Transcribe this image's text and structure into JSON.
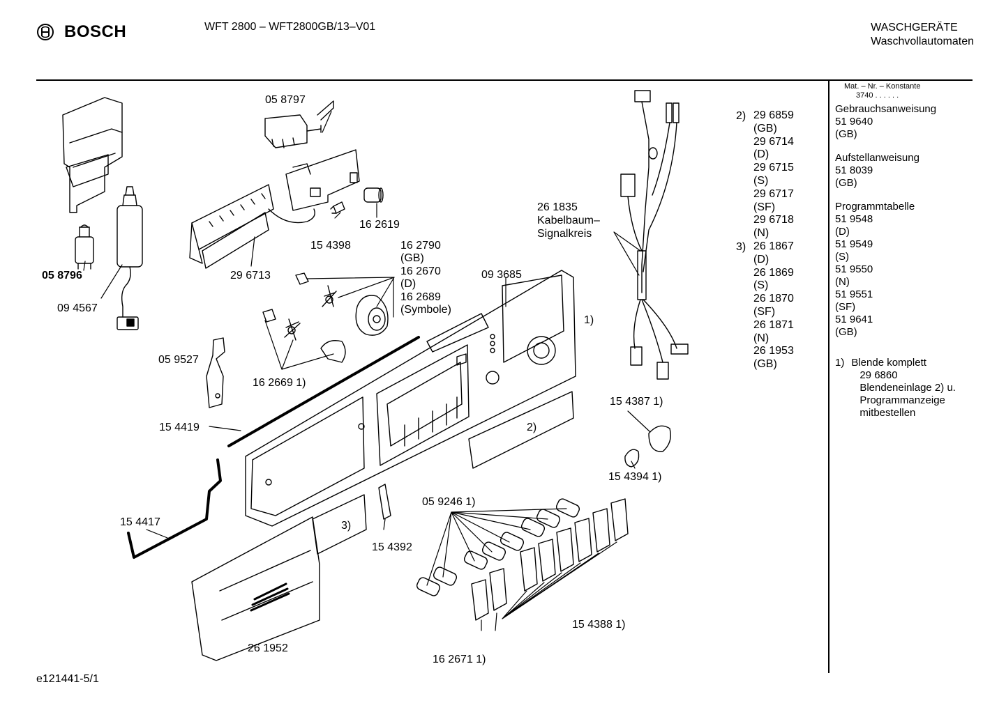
{
  "header": {
    "brand": "BOSCH",
    "model": "WFT 2800 – WFT2800GB/13–V01",
    "category_line1": "WASCHGERÄTE",
    "category_line2": "Waschvollautomaten"
  },
  "sidebar": {
    "mat_label": "Mat. – Nr. – Konstante",
    "mat_value": "3740 . . . . . .",
    "groups": [
      {
        "title": "Gebrauchsanweisung",
        "lines": [
          "51 9640",
          "(GB)"
        ]
      },
      {
        "title": "Aufstellanweisung",
        "lines": [
          "51 8039",
          "(GB)"
        ]
      },
      {
        "title": "Programmtabelle",
        "lines": [
          "51 9548",
          "(D)",
          "51 9549",
          "(S)",
          "51 9550",
          "(N)",
          "51 9551",
          "(SF)",
          "51 9641",
          "(GB)"
        ]
      }
    ],
    "note_marker": "1)",
    "note_lines": [
      "Blende komplett",
      "29 6860",
      "Blendeneinlage 2) u.",
      "Programmanzeige",
      "mitbestellen"
    ]
  },
  "parts": {
    "p058797": "05 8797",
    "p058796": "05 8796",
    "p094567": "09 4567",
    "p296713": "29 6713",
    "p154398": "15 4398",
    "p162619": "16 2619",
    "p162790": "16 2790",
    "p162790_gb": "(GB)",
    "p162670": "16 2670",
    "p162670_d": "(D)",
    "p162689": "16 2689",
    "p162689_sym": "(Symbole)",
    "p093685": "09 3685",
    "p059527": "05 9527",
    "p162669": "16 2669 1)",
    "p154419": "15 4419",
    "p154417": "15 4417",
    "p154392": "15 4392",
    "p059246": "05 9246 1)",
    "p261952": "26 1952",
    "p162671": "16 2671 1)",
    "p154388": "15 4388 1)",
    "p154387": "15 4387 1)",
    "p154394": "15 4394 1)",
    "ref1": "1)",
    "ref2": "2)",
    "ref3": "3)",
    "harness_num": "26 1835",
    "harness_l1": "Kabelbaum–",
    "harness_l2": "Signalkreis",
    "list_marker2": "2)",
    "list_marker3": "3)",
    "list_col": [
      "29 6859",
      "(GB)",
      "29 6714",
      "(D)",
      "29 6715",
      "(S)",
      "29 6717",
      "(SF)",
      "29 6718",
      "(N)",
      "26 1867",
      "(D)",
      "26 1869",
      "(S)",
      "26 1870",
      "(SF)",
      "26 1871",
      "(N)",
      "26 1953",
      "(GB)"
    ]
  },
  "footer": {
    "code": "e121441-5/1"
  }
}
